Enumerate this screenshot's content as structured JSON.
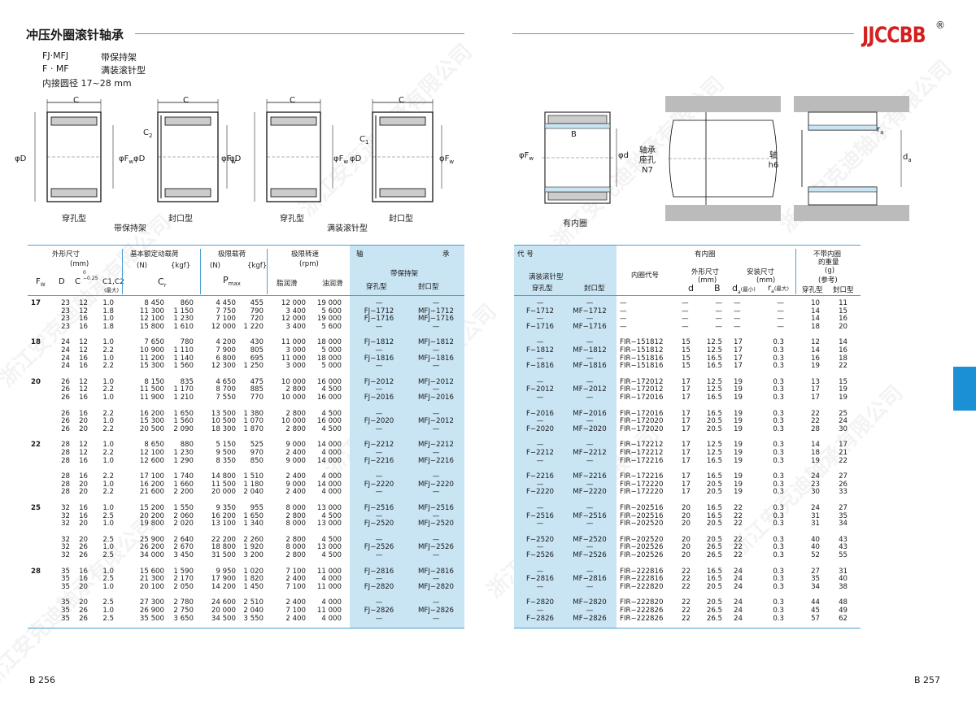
{
  "header": {
    "title": "冲压外圈滚针轴承",
    "brand": "JJCCBB",
    "reg": "®"
  },
  "legend": {
    "r1": {
      "k": "FJ·MFJ",
      "v": "带保持架"
    },
    "r2": {
      "k": "F · MF",
      "v": "满装滚针型"
    },
    "r3": "内接圆径  17~28 mm"
  },
  "diagram_labels": {
    "C": "C",
    "phiD": "φD",
    "phiFw": "φF",
    "w": "w",
    "C2": "C",
    "two": "2",
    "C1": "C",
    "one": "1",
    "chuankong": "穿孔型",
    "fengkou": "封口型",
    "daibaochi": "带保持架",
    "manzhuang": "满装滚针型",
    "B": "B",
    "phid": "φd",
    "youneiquan": "有内圈",
    "zuokong": "轴承",
    "zuokong2": "座孔",
    "N7": "N7",
    "zhou": "轴",
    "h6": "h6",
    "ra": "r",
    "a": "a",
    "da": "d"
  },
  "left_table": {
    "h_waixing": "外形尺寸",
    "h_mm": "(mm)",
    "h_Fw": "F",
    "h_Fw_sub": "W",
    "h_D": "D",
    "h_C": "C",
    "h_C_tol": "0\n−0.25",
    "h_C1C2": "C1,C2",
    "h_max": "(最大)",
    "h_load": "基本额定动载荷",
    "h_N": "(N)",
    "h_kgf": "{kgf}",
    "h_Cr": "C",
    "h_Cr_sub": "r",
    "h_limload": "极限载荷",
    "h_Pmax": "P",
    "h_Pmax_sub": "max",
    "h_speed": "极限转速",
    "h_rpm": "(rpm)",
    "h_grease": "脂润滑",
    "h_oil": "油润滑",
    "h_bearing": "轴",
    "h_bearing2": "承",
    "h_cage": "带保持架",
    "h_ck": "穿孔型",
    "h_fk": "封口型",
    "groups": [
      {
        "fw": "17",
        "rows": [
          [
            "23",
            "12",
            "1.0",
            "8 450",
            "860",
            "4 450",
            "455",
            "12 000",
            "19 000"
          ],
          [
            "23",
            "12",
            "1.8",
            "11 300",
            "1 150",
            "7 750",
            "790",
            "3 400",
            "5 600"
          ],
          [
            "23",
            "16",
            "1.0",
            "12 100",
            "1 230",
            "7 100",
            "720",
            "12 000",
            "19 000"
          ],
          [
            "23",
            "16",
            "1.8",
            "15 800",
            "1 610",
            "12 000",
            "1 220",
            "3 400",
            "5 600"
          ]
        ],
        "codes": [
          [
            "—",
            "—"
          ],
          [
            "FJ−1712",
            "MFJ−1712"
          ],
          [
            "FJ−1716",
            "MFJ−1716"
          ],
          [
            "—",
            "—"
          ]
        ]
      },
      {
        "fw": "18",
        "rows": [
          [
            "24",
            "12",
            "1.0",
            "7 650",
            "780",
            "4 200",
            "430",
            "11 000",
            "18 000"
          ],
          [
            "24",
            "12",
            "2.2",
            "10 900",
            "1 110",
            "7 900",
            "805",
            "3 000",
            "5 000"
          ],
          [
            "24",
            "16",
            "1.0",
            "11 200",
            "1 140",
            "6 800",
            "695",
            "11 000",
            "18 000"
          ],
          [
            "24",
            "16",
            "2.2",
            "15 300",
            "1 560",
            "12 300",
            "1 250",
            "3 000",
            "5 000"
          ]
        ],
        "codes": [
          [
            "FJ−1812",
            "MFJ−1812"
          ],
          [
            "—",
            "—"
          ],
          [
            "FJ−1816",
            "MFJ−1816"
          ],
          [
            "—",
            "—"
          ]
        ]
      },
      {
        "fw": "20",
        "rows": [
          [
            "26",
            "12",
            "1.0",
            "8 150",
            "835",
            "4 650",
            "475",
            "10 000",
            "16 000"
          ],
          [
            "26",
            "12",
            "2.2",
            "11 500",
            "1 170",
            "8 700",
            "885",
            "2 800",
            "4 500"
          ],
          [
            "26",
            "16",
            "1.0",
            "11 900",
            "1 210",
            "7 550",
            "770",
            "10 000",
            "16 000"
          ]
        ],
        "codes": [
          [
            "FJ−2012",
            "MFJ−2012"
          ],
          [
            "—",
            "—"
          ],
          [
            "FJ−2016",
            "MFJ−2016"
          ]
        ]
      },
      {
        "fw": "",
        "rows": [
          [
            "26",
            "16",
            "2.2",
            "16 200",
            "1 650",
            "13 500",
            "1 380",
            "2 800",
            "4 500"
          ],
          [
            "26",
            "20",
            "1.0",
            "15 300",
            "1 560",
            "10 500",
            "1 070",
            "10 000",
            "16 000"
          ],
          [
            "26",
            "20",
            "2.2",
            "20 500",
            "2 090",
            "18 300",
            "1 870",
            "2 800",
            "4 500"
          ]
        ],
        "codes": [
          [
            "—",
            "—"
          ],
          [
            "FJ−2020",
            "MFJ−2012"
          ],
          [
            "—",
            "—"
          ]
        ]
      },
      {
        "fw": "22",
        "rows": [
          [
            "28",
            "12",
            "1.0",
            "8 650",
            "880",
            "5 150",
            "525",
            "9 000",
            "14 000"
          ],
          [
            "28",
            "12",
            "2.2",
            "12 100",
            "1 230",
            "9 500",
            "970",
            "2 400",
            "4 000"
          ],
          [
            "28",
            "16",
            "1.0",
            "12 600",
            "1 290",
            "8 350",
            "850",
            "9 000",
            "14 000"
          ]
        ],
        "codes": [
          [
            "FJ−2212",
            "MFJ−2212"
          ],
          [
            "—",
            "—"
          ],
          [
            "FJ−2216",
            "MFJ−2216"
          ]
        ]
      },
      {
        "fw": "",
        "rows": [
          [
            "28",
            "16",
            "2.2",
            "17 100",
            "1 740",
            "14 800",
            "1 510",
            "2 400",
            "4 000"
          ],
          [
            "28",
            "20",
            "1.0",
            "16 200",
            "1 660",
            "11 500",
            "1 180",
            "9 000",
            "14 000"
          ],
          [
            "28",
            "20",
            "2.2",
            "21 600",
            "2 200",
            "20 000",
            "2 040",
            "2 400",
            "4 000"
          ]
        ],
        "codes": [
          [
            "—",
            "—"
          ],
          [
            "FJ−2220",
            "MFJ−2220"
          ],
          [
            "—",
            "—"
          ]
        ]
      },
      {
        "fw": "25",
        "rows": [
          [
            "32",
            "16",
            "1.0",
            "15 200",
            "1 550",
            "9 350",
            "955",
            "8 000",
            "13 000"
          ],
          [
            "32",
            "16",
            "2.5",
            "20 200",
            "2 060",
            "16 200",
            "1 650",
            "2 800",
            "4 500"
          ],
          [
            "32",
            "20",
            "1.0",
            "19 800",
            "2 020",
            "13 100",
            "1 340",
            "8 000",
            "13 000"
          ]
        ],
        "codes": [
          [
            "FJ−2516",
            "MFJ−2516"
          ],
          [
            "—",
            "—"
          ],
          [
            "FJ−2520",
            "MFJ−2520"
          ]
        ]
      },
      {
        "fw": "",
        "rows": [
          [
            "32",
            "20",
            "2.5",
            "25 900",
            "2 640",
            "22 200",
            "2 260",
            "2 800",
            "4 500"
          ],
          [
            "32",
            "26",
            "1.0",
            "26 200",
            "2 670",
            "18 800",
            "1 920",
            "8 000",
            "13 000"
          ],
          [
            "32",
            "26",
            "2.5",
            "34 000",
            "3 450",
            "31 500",
            "3 200",
            "2 800",
            "4 500"
          ]
        ],
        "codes": [
          [
            "—",
            "—"
          ],
          [
            "FJ−2526",
            "MFJ−2526"
          ],
          [
            "—",
            "—"
          ]
        ]
      },
      {
        "fw": "28",
        "rows": [
          [
            "35",
            "16",
            "1.0",
            "15 600",
            "1 590",
            "9 950",
            "1 020",
            "7 100",
            "11 000"
          ],
          [
            "35",
            "16",
            "2.5",
            "21 300",
            "2 170",
            "17 900",
            "1 820",
            "2 400",
            "4 000"
          ],
          [
            "35",
            "20",
            "1.0",
            "20 100",
            "2 050",
            "14 200",
            "1 450",
            "7 100",
            "11 000"
          ]
        ],
        "codes": [
          [
            "FJ−2816",
            "MFJ−2816"
          ],
          [
            "—",
            "—"
          ],
          [
            "FJ−2820",
            "MFJ−2820"
          ]
        ]
      },
      {
        "fw": "",
        "rows": [
          [
            "35",
            "20",
            "2.5",
            "27 300",
            "2 780",
            "24 600",
            "2 510",
            "2 400",
            "4 000"
          ],
          [
            "35",
            "26",
            "1.0",
            "26 900",
            "2 750",
            "20 000",
            "2 040",
            "7 100",
            "11 000"
          ],
          [
            "35",
            "26",
            "2.5",
            "35 500",
            "3 650",
            "34 500",
            "3 550",
            "2 400",
            "4 000"
          ]
        ],
        "codes": [
          [
            "—",
            "—"
          ],
          [
            "FJ−2826",
            "MFJ−2826"
          ],
          [
            "—",
            "—"
          ]
        ]
      }
    ]
  },
  "right_table": {
    "h_code": "代    号",
    "h_full": "满装滚针型",
    "h_ck": "穿孔型",
    "h_fk": "封口型",
    "h_inner": "有内圈",
    "h_innercode": "内圈代号",
    "h_dims": "外形尺寸",
    "h_mm": "(mm)",
    "h_d": "d",
    "h_B": "B",
    "h_install": "安装尺寸",
    "h_da": "d",
    "h_da_sub": "a",
    "h_min": "(最小)",
    "h_ra": "r",
    "h_ra_sub": "a",
    "h_max": "(最大)",
    "h_weight": "不带内圈",
    "h_weight2": "的重量",
    "h_g": "(g)",
    "h_ref": "(参考)",
    "h_ck2": "穿孔型",
    "h_fk2": "封口型",
    "groups": [
      {
        "rows": [
          [
            "—",
            "—",
            "—",
            "—",
            "—",
            "—",
            "—",
            "10",
            "11"
          ],
          [
            "F−1712",
            "MF−1712",
            "—",
            "—",
            "—",
            "—",
            "—",
            "14",
            "15"
          ],
          [
            "—",
            "—",
            "—",
            "—",
            "—",
            "—",
            "—",
            "14",
            "16"
          ],
          [
            "F−1716",
            "MF−1716",
            "—",
            "—",
            "—",
            "—",
            "—",
            "18",
            "20"
          ]
        ]
      },
      {
        "rows": [
          [
            "—",
            "—",
            "FIR−151812",
            "15",
            "12.5",
            "17",
            "0.3",
            "12",
            "14"
          ],
          [
            "F−1812",
            "MF−1812",
            "FIR−151812",
            "15",
            "12.5",
            "17",
            "0.3",
            "14",
            "16"
          ],
          [
            "—",
            "—",
            "FIR−151816",
            "15",
            "16.5",
            "17",
            "0.3",
            "16",
            "18"
          ],
          [
            "F−1816",
            "MF−1816",
            "FIR−151816",
            "15",
            "16.5",
            "17",
            "0.3",
            "19",
            "22"
          ]
        ]
      },
      {
        "rows": [
          [
            "—",
            "—",
            "FIR−172012",
            "17",
            "12.5",
            "19",
            "0.3",
            "13",
            "15"
          ],
          [
            "F−2012",
            "MF−2012",
            "FIR−172012",
            "17",
            "12.5",
            "19",
            "0.3",
            "17",
            "19"
          ],
          [
            "—",
            "—",
            "FIR−172016",
            "17",
            "16.5",
            "19",
            "0.3",
            "17",
            "19"
          ]
        ]
      },
      {
        "rows": [
          [
            "F−2016",
            "MF−2016",
            "FIR−172016",
            "17",
            "16.5",
            "19",
            "0.3",
            "22",
            "25"
          ],
          [
            "—",
            "—",
            "FIR−172020",
            "17",
            "20.5",
            "19",
            "0.3",
            "22",
            "24"
          ],
          [
            "F−2020",
            "MF−2020",
            "FIR−172020",
            "17",
            "20.5",
            "19",
            "0.3",
            "28",
            "30"
          ]
        ]
      },
      {
        "rows": [
          [
            "—",
            "—",
            "FIR−172212",
            "17",
            "12.5",
            "19",
            "0.3",
            "14",
            "17"
          ],
          [
            "F−2212",
            "MF−2212",
            "FIR−172212",
            "17",
            "12.5",
            "19",
            "0.3",
            "18",
            "21"
          ],
          [
            "—",
            "—",
            "FIR−172216",
            "17",
            "16.5",
            "19",
            "0.3",
            "19",
            "22"
          ]
        ]
      },
      {
        "rows": [
          [
            "F−2216",
            "MF−2216",
            "FIR−172216",
            "17",
            "16.5",
            "19",
            "0.3",
            "24",
            "27"
          ],
          [
            "—",
            "—",
            "FIR−172220",
            "17",
            "20.5",
            "19",
            "0.3",
            "23",
            "26"
          ],
          [
            "F−2220",
            "MF−2220",
            "FIR−172220",
            "17",
            "20.5",
            "19",
            "0.3",
            "30",
            "33"
          ]
        ]
      },
      {
        "rows": [
          [
            "—",
            "—",
            "FIR−202516",
            "20",
            "16.5",
            "22",
            "0.3",
            "24",
            "27"
          ],
          [
            "F−2516",
            "MF−2516",
            "FIR−202516",
            "20",
            "16.5",
            "22",
            "0.3",
            "31",
            "35"
          ],
          [
            "—",
            "—",
            "FIR−202520",
            "20",
            "20.5",
            "22",
            "0.3",
            "31",
            "34"
          ]
        ]
      },
      {
        "rows": [
          [
            "F−2520",
            "MF−2520",
            "FIR−202520",
            "20",
            "20.5",
            "22",
            "0.3",
            "40",
            "43"
          ],
          [
            "—",
            "—",
            "FIR−202526",
            "20",
            "26.5",
            "22",
            "0.3",
            "40",
            "43"
          ],
          [
            "F−2526",
            "MF−2526",
            "FIR−202526",
            "20",
            "26.5",
            "22",
            "0.3",
            "52",
            "55"
          ]
        ]
      },
      {
        "rows": [
          [
            "—",
            "—",
            "FIR−222816",
            "22",
            "16.5",
            "24",
            "0.3",
            "27",
            "31"
          ],
          [
            "F−2816",
            "MF−2816",
            "FIR−222816",
            "22",
            "16.5",
            "24",
            "0.3",
            "35",
            "40"
          ],
          [
            "—",
            "—",
            "FIR−222820",
            "22",
            "20.5",
            "24",
            "0.3",
            "34",
            "38"
          ]
        ]
      },
      {
        "rows": [
          [
            "F−2820",
            "MF−2820",
            "FIR−222820",
            "22",
            "20.5",
            "24",
            "0.3",
            "44",
            "48"
          ],
          [
            "—",
            "—",
            "FIR−222826",
            "22",
            "26.5",
            "24",
            "0.3",
            "45",
            "49"
          ],
          [
            "F−2826",
            "MF−2826",
            "FIR−222826",
            "22",
            "26.5",
            "24",
            "0.3",
            "57",
            "62"
          ]
        ]
      }
    ]
  },
  "footer": {
    "left": "B 256",
    "right": "B 257"
  },
  "watermark": "浙江安克迪轴承有限公司",
  "colors": {
    "accent": "#4aa0d6",
    "brand": "#d62020",
    "shade": "#c9e4f3",
    "tab": "#1b90d4"
  }
}
